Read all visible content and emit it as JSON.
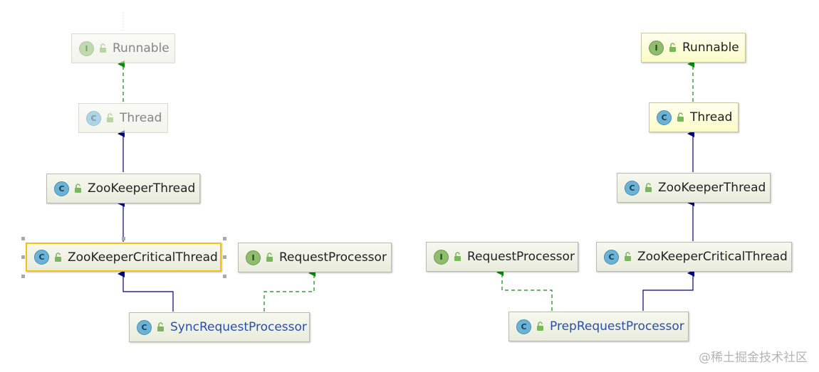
{
  "left_diagram": {
    "runnable": {
      "label": "Runnable",
      "kind": "I"
    },
    "thread": {
      "label": "Thread",
      "kind": "C"
    },
    "zk_thread": {
      "label": "ZooKeeperThread",
      "kind": "C"
    },
    "zk_critical": {
      "label": "ZooKeeperCriticalThread",
      "kind": "C"
    },
    "request_processor": {
      "label": "RequestProcessor",
      "kind": "I"
    },
    "sync_processor": {
      "label": "SyncRequestProcessor",
      "kind": "C"
    }
  },
  "right_diagram": {
    "runnable": {
      "label": "Runnable",
      "kind": "I"
    },
    "thread": {
      "label": "Thread",
      "kind": "C"
    },
    "zk_thread": {
      "label": "ZooKeeperThread",
      "kind": "C"
    },
    "zk_critical": {
      "label": "ZooKeeperCriticalThread",
      "kind": "C"
    },
    "request_processor": {
      "label": "RequestProcessor",
      "kind": "I"
    },
    "prep_processor": {
      "label": "PrepRequestProcessor",
      "kind": "C"
    }
  },
  "colors": {
    "extends": "#000080",
    "implements": "#0a8a0a",
    "selection": "#f1c40f"
  },
  "watermark": "@稀土掘金技术社区"
}
